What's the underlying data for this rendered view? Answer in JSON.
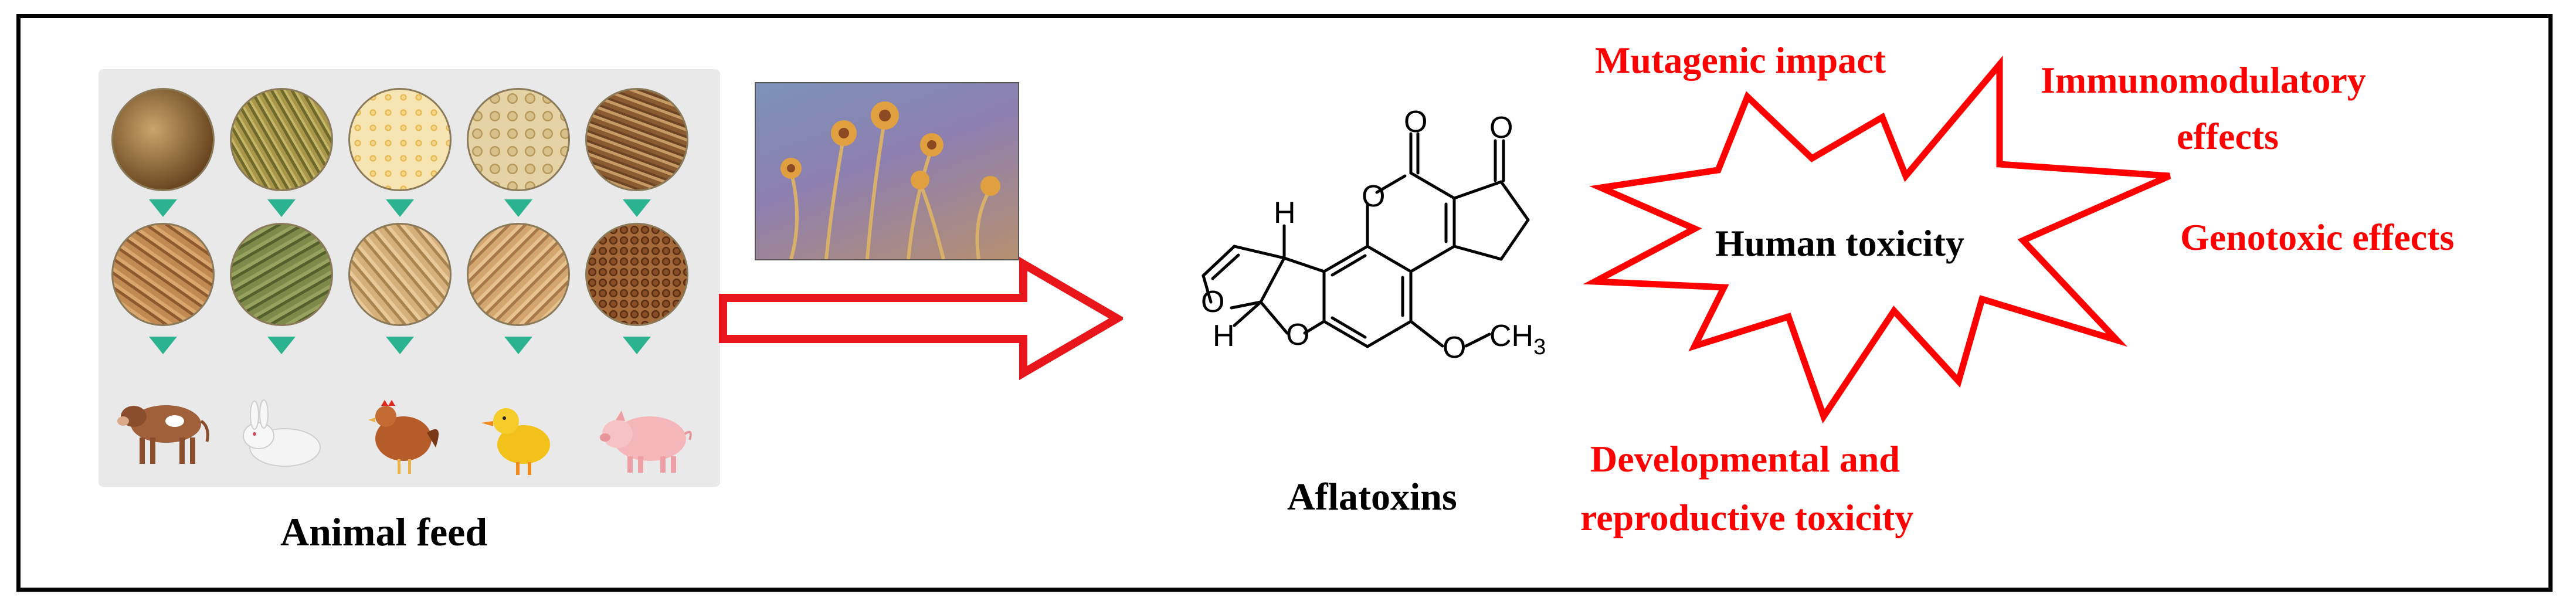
{
  "labels": {
    "animal_feed": "Animal feed",
    "aflatoxins": "Aflatoxins",
    "human_toxicity": "Human toxicity",
    "mutagenic": "Mutagenic impact",
    "immuno_line1": "Immunomodulatory",
    "immuno_line2": "effects",
    "genotoxic": "Genotoxic effects",
    "developmental_line1": "Developmental and",
    "developmental_line2": "reproductive toxicity"
  },
  "structure_labels": {
    "o_top_left": "O",
    "o_top_right": "O",
    "o_ring": "O",
    "o_furan_left": "O",
    "o_furan_bottom": "O",
    "o_methoxy": "O",
    "methyl": "CH",
    "methyl_subscript": "3",
    "h_top": "H",
    "h_bottom": "H"
  },
  "colors": {
    "accent_red": "#ff0000",
    "arrow_red": "#e8161b",
    "marker_teal": "#2bb38f",
    "frame": "#000000"
  },
  "icons": {
    "raw_materials": [
      "straw-bundle-icon",
      "hay-icon",
      "corn-kernels-icon",
      "soybeans-icon",
      "wheat-grains-icon"
    ],
    "pellets": [
      "brown-pellet-icon",
      "green-pellet-icon",
      "light-pellet-icon",
      "tan-pellet-icon",
      "dark-pellet-icon"
    ],
    "animals": [
      "cow-icon",
      "rabbit-icon",
      "hen-icon",
      "duckling-icon",
      "piglet-icon"
    ]
  }
}
